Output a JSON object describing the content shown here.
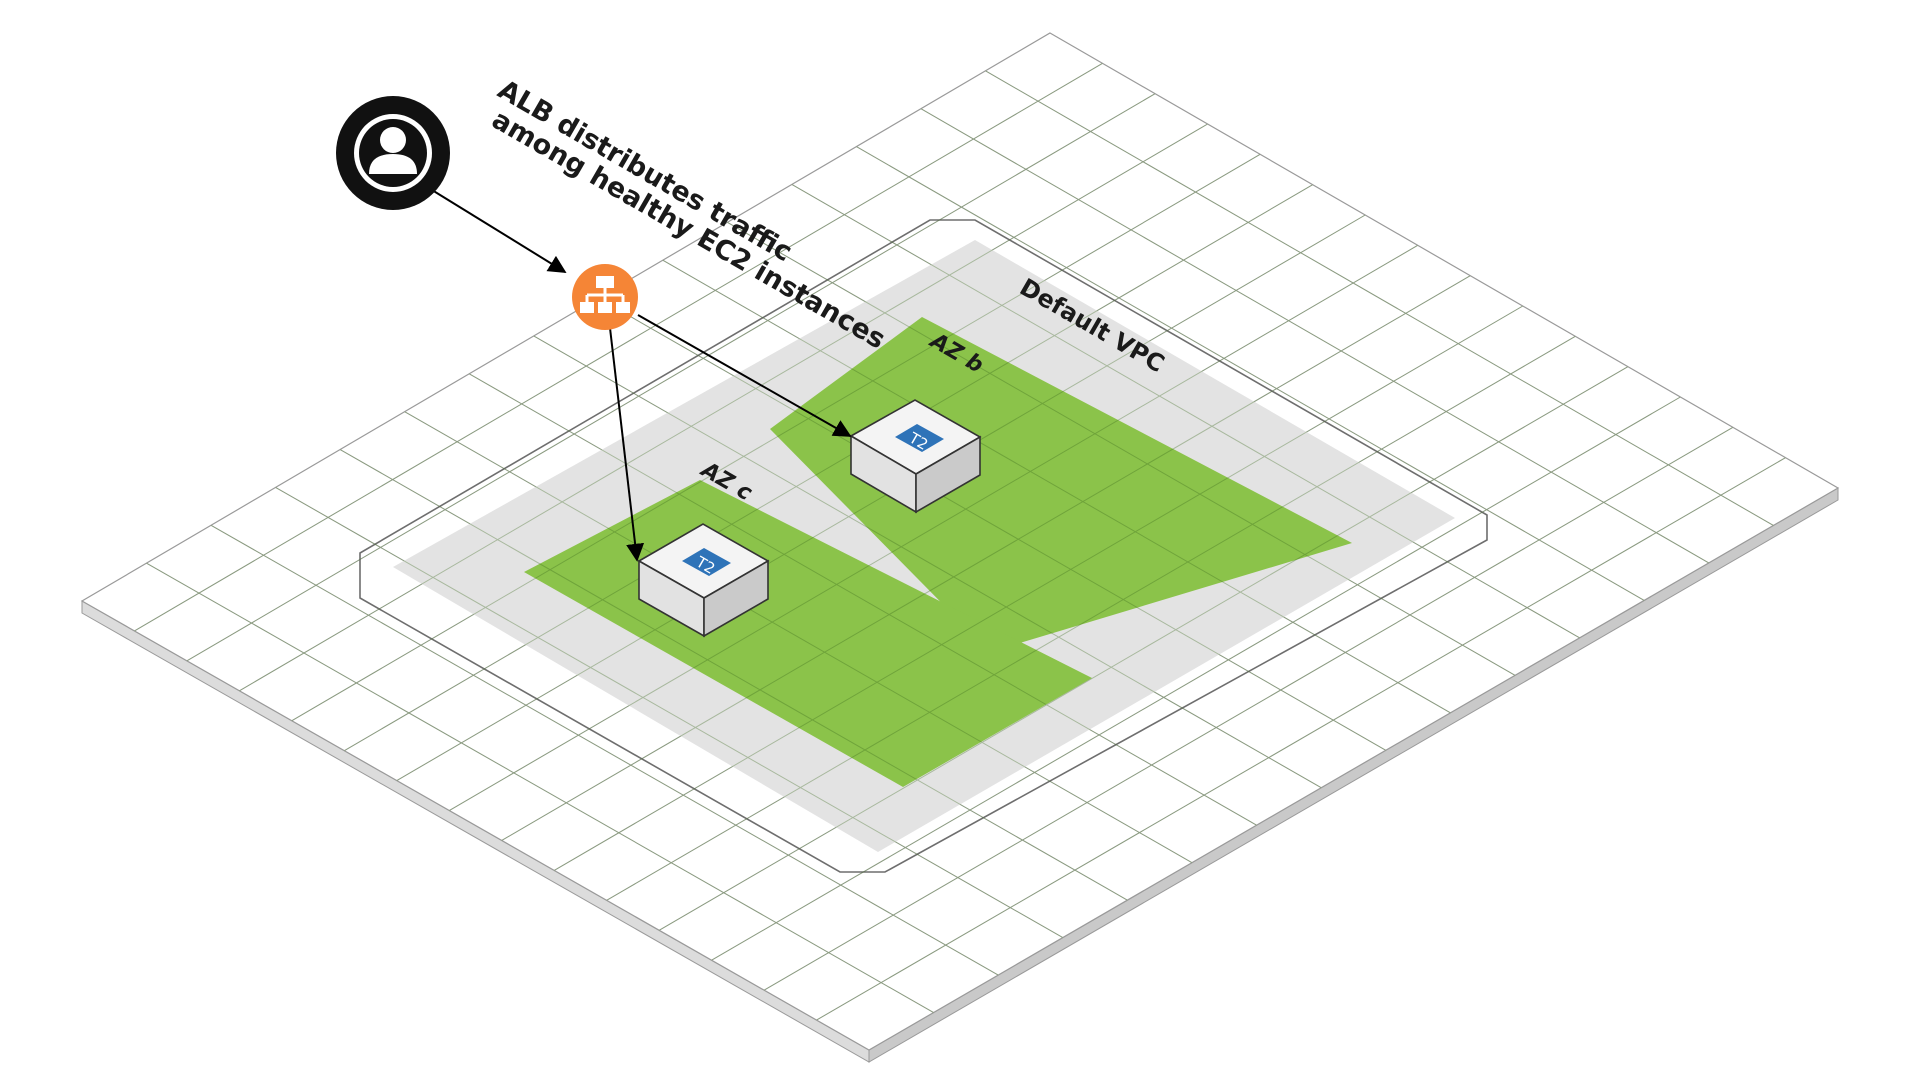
{
  "caption": {
    "line1": "ALB distributes traffic",
    "line2": "among healthy EC2 instances"
  },
  "vpc": {
    "label": "Default VPC"
  },
  "zones": [
    {
      "label": "AZ b"
    },
    {
      "label": "AZ c"
    }
  ],
  "instances": [
    {
      "type": "T2"
    },
    {
      "type": "T2"
    }
  ],
  "icons": {
    "user": "user-icon",
    "load_balancer": "load-balancer-icon"
  },
  "colors": {
    "zone_green": "#8bc34a",
    "vpc_band": "#e3e3e3",
    "alb_orange": "#f58536",
    "instance_chip": "#2e73b8",
    "user_dark": "#111111"
  }
}
